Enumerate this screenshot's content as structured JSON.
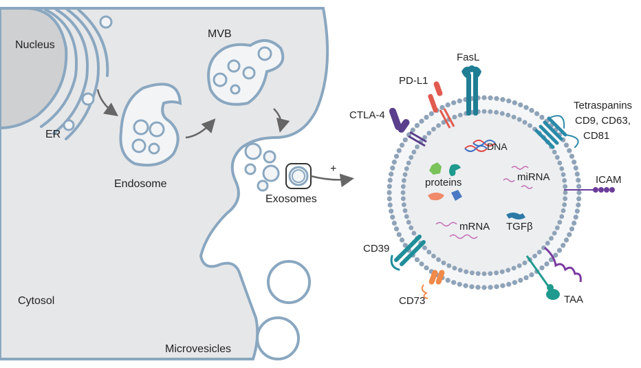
{
  "cell_labels": {
    "nucleus": "Nucleus",
    "er": "ER",
    "endosome": "Endosome",
    "mvb": "MVB",
    "exosomes": "Exosomes",
    "cytosol": "Cytosol",
    "microvesicles": "Microvesicles",
    "plus": "+"
  },
  "exosome_labels": {
    "fasl": "FasL",
    "pdl1": "PD-L1",
    "ctla4": "CTLA-4",
    "tetraspanins_line1": "Tetraspanins",
    "tetraspanins_line2": "CD9, CD63,",
    "tetraspanins_line3": "CD81",
    "icam": "ICAM",
    "taa": "TAA",
    "cd39": "CD39",
    "cd73": "CD73"
  },
  "cargo_labels": {
    "dna": "DNA",
    "proteins": "proteins",
    "mirna": "miRNA",
    "mrna": "mRNA",
    "tgfb": "TGFβ"
  },
  "colors": {
    "cytoplasm": "#e6e7e9",
    "membrane": "#8aa7c0",
    "vesicle_fill": "#f2f4f6",
    "lipid_head": "#8fa3b8",
    "fasl": "#1f7e93",
    "pdl1": "#e25b4f",
    "ctla4": "#5a3f8c",
    "tetraspanin": "#2a8aa8",
    "icam": "#6b3c9a",
    "taa": "#1f9a8e",
    "cd39": "#1f8e99",
    "cd73": "#f08a4b",
    "dna_red": "#e04a4a",
    "dna_blue": "#3c6fc4",
    "rna": "#c46ab4",
    "tgfb": "#2c79a6",
    "arrow": "#666666"
  }
}
